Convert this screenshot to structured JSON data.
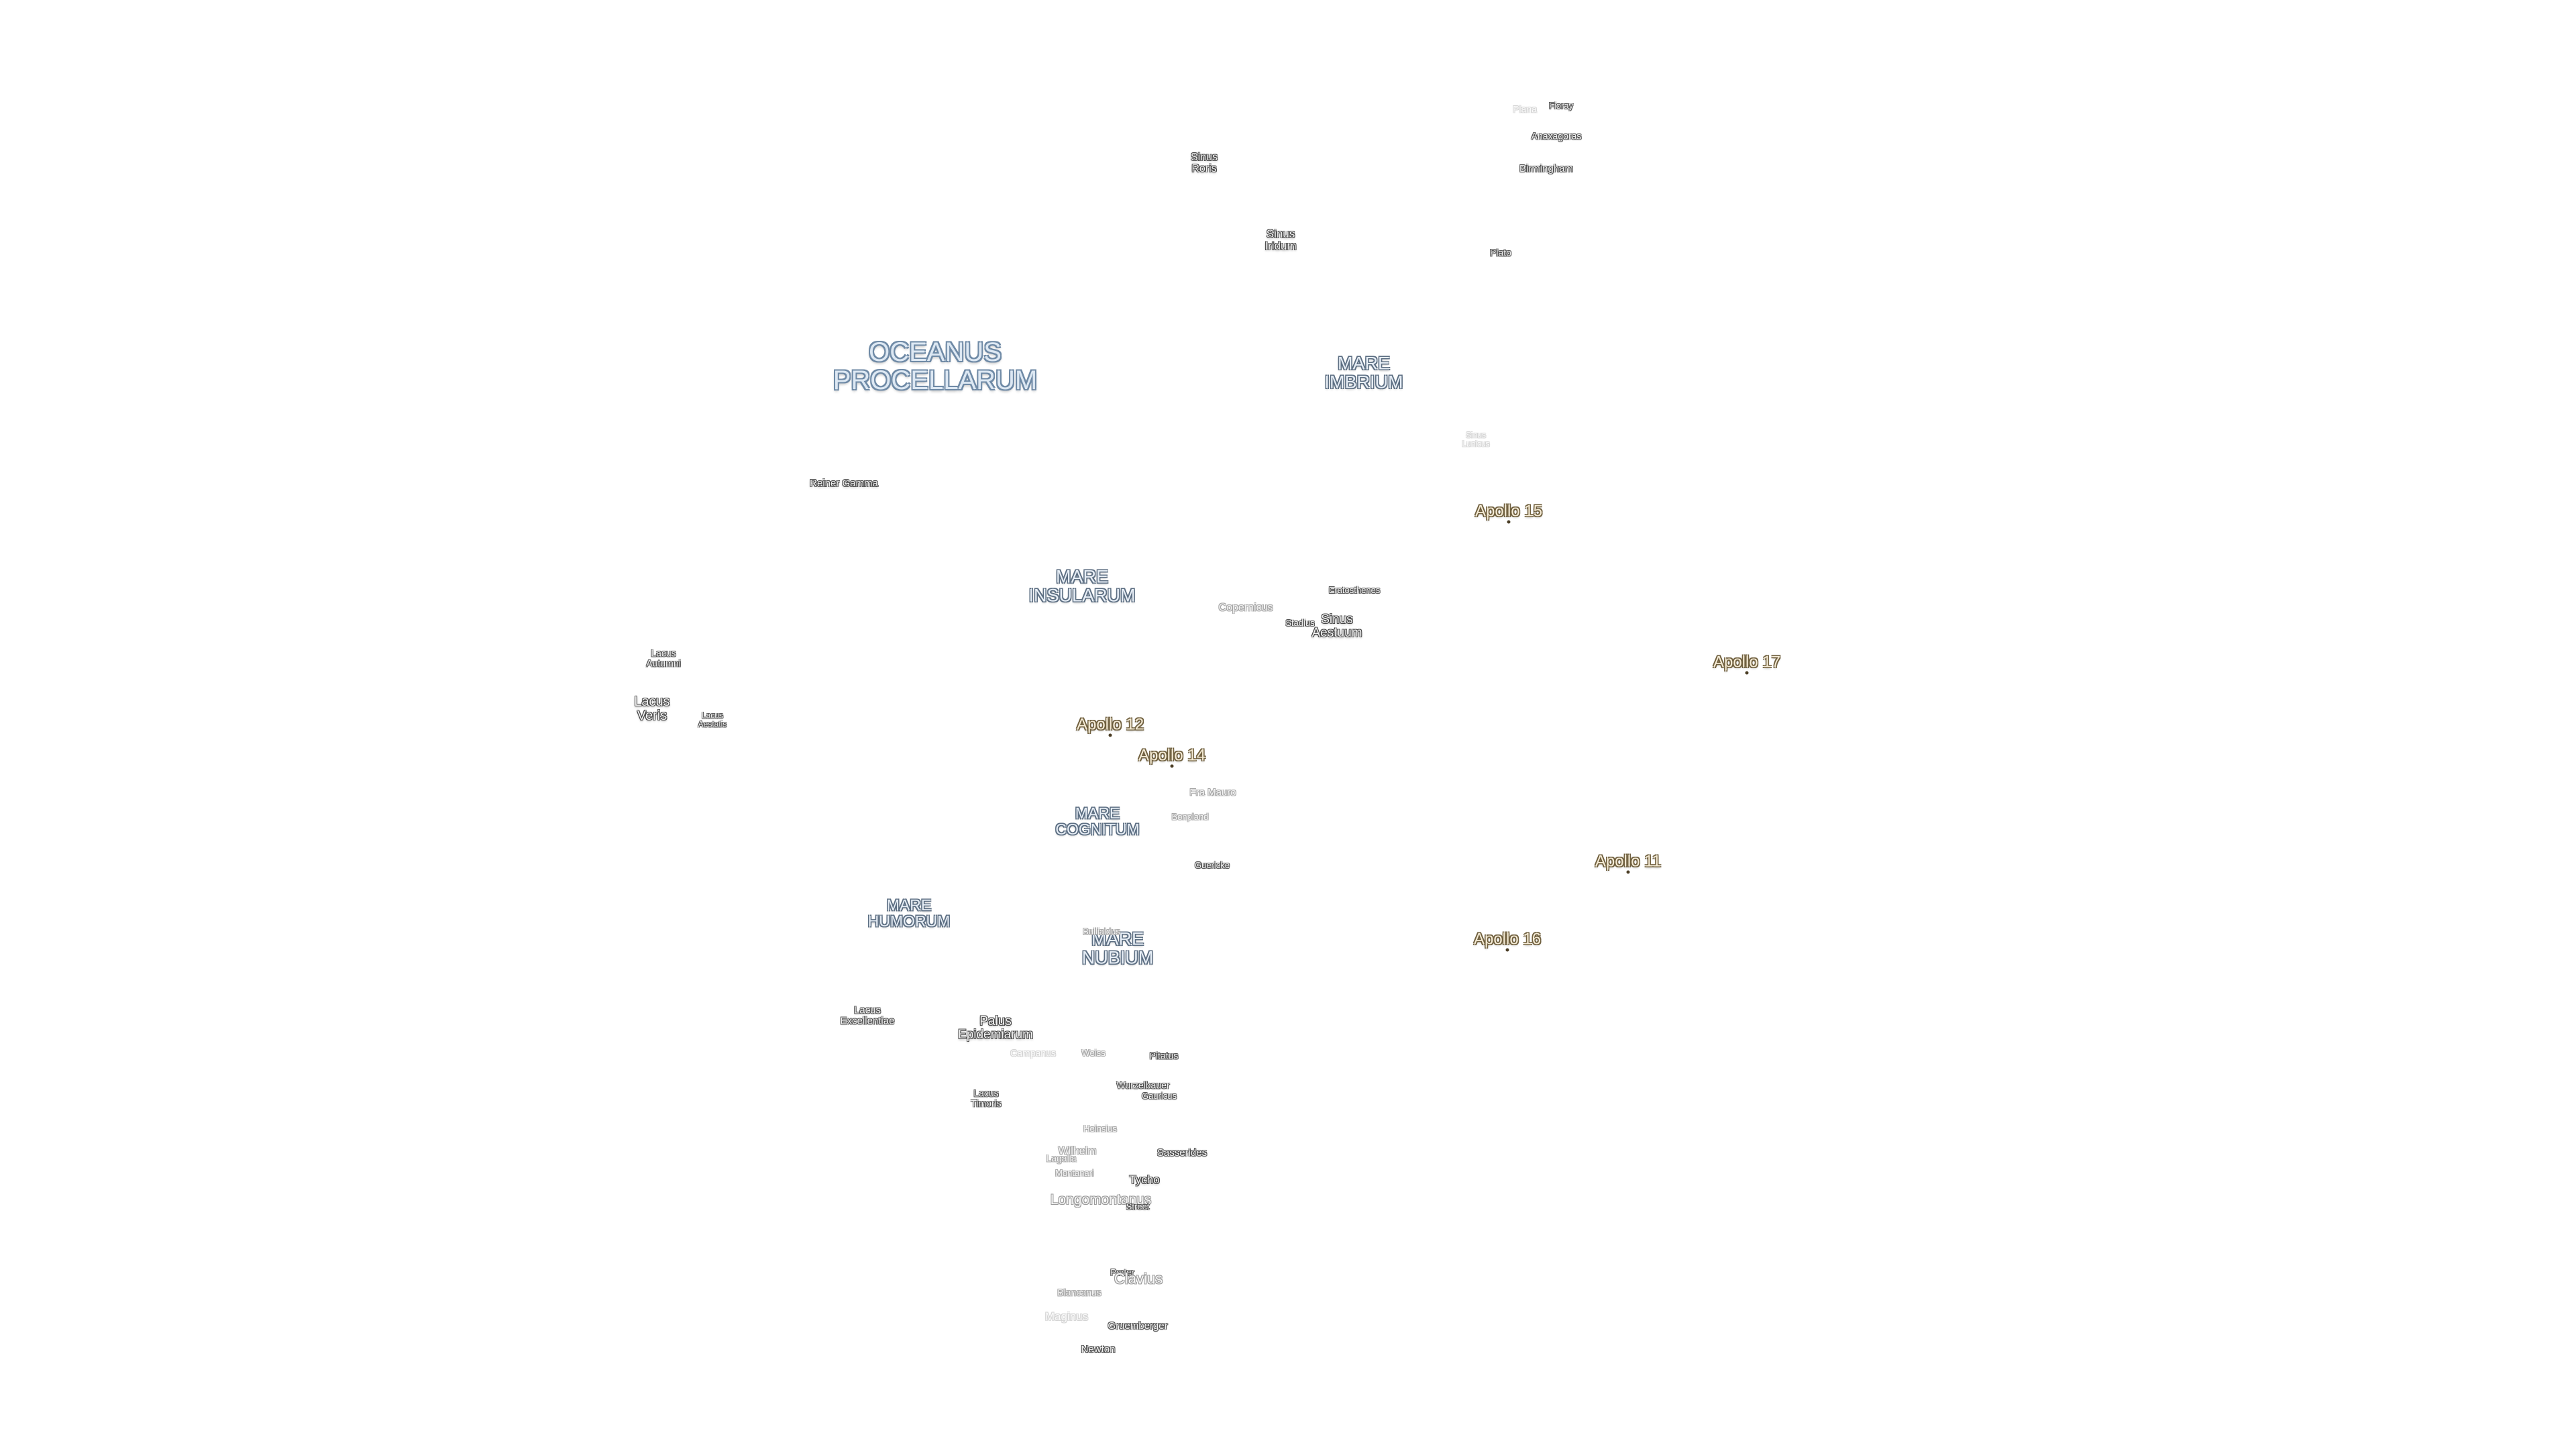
{
  "map": {
    "oceanus": {
      "name": "OCEANUS\nPROCELLARUM"
    },
    "maria": {
      "imbrium": "MARE\nIMBRIUM",
      "insularum": "MARE\nINSULARUM",
      "cognitum": "MARE\nCOGNITUM",
      "humorum": "MARE\nHUMORUM",
      "nubium": "MARE\nNUBIUM"
    },
    "regions": {
      "sinus_roris": "Sinus\nRoris",
      "sinus_iridum": "Sinus\nIridum",
      "sinus_lunicus": "Sinus\nLunicus",
      "sinus_aestuum": "Sinus\nAestuum",
      "lacus_autumni": "Lacus\nAutumni",
      "lacus_veris": "Lacus\nVeris",
      "lacus_aestatis": "Lacus\nAestatis",
      "lacus_excellentiae": "Lacus\nExcellentiae",
      "palus_epidemiarum": "Palus\nEpidemiarum",
      "lacus_timoris": "Lacus\nTimoris",
      "reiner_gamma": "Reiner Gamma",
      "fra_mauro": "Fra Mauro"
    },
    "craters": {
      "plana": "Plana",
      "fioray": "Fioray",
      "anaxagoras": "Anaxagoras",
      "birmingham": "Birmingham",
      "plato": "Plato",
      "eratosthenes": "Eratosthenes",
      "copernicus": "Copernicus",
      "stadius": "Stadius",
      "bonpland": "Bonpland",
      "guericke": "Guericke",
      "bullialdus": "Bullialdus",
      "campanus": "Campanus",
      "weiss": "Weiss",
      "pitatus": "Pitatus",
      "wurzelbauer": "Wurzelbauer",
      "gauricus": "Gauricus",
      "heinsius": "Heinsius",
      "wilhelm": "Wilhelm",
      "lagalla": "Lagalla",
      "sasserides": "Sasserides",
      "montanari": "Montanari",
      "tycho": "Tycho",
      "longomontanus": "Longomontanus",
      "street": "Street",
      "porter": "Porter",
      "clavius": "Clavius",
      "blancanus": "Blancanus",
      "maginus": "Maginus",
      "gruemberger": "Gruemberger",
      "newton": "Newton"
    },
    "apollo_sites": [
      {
        "id": "apollo-15",
        "name": "Apollo 15"
      },
      {
        "id": "apollo-17",
        "name": "Apollo 17"
      },
      {
        "id": "apollo-12",
        "name": "Apollo 12"
      },
      {
        "id": "apollo-14",
        "name": "Apollo 14"
      },
      {
        "id": "apollo-11",
        "name": "Apollo 11"
      },
      {
        "id": "apollo-16",
        "name": "Apollo 16"
      }
    ]
  }
}
